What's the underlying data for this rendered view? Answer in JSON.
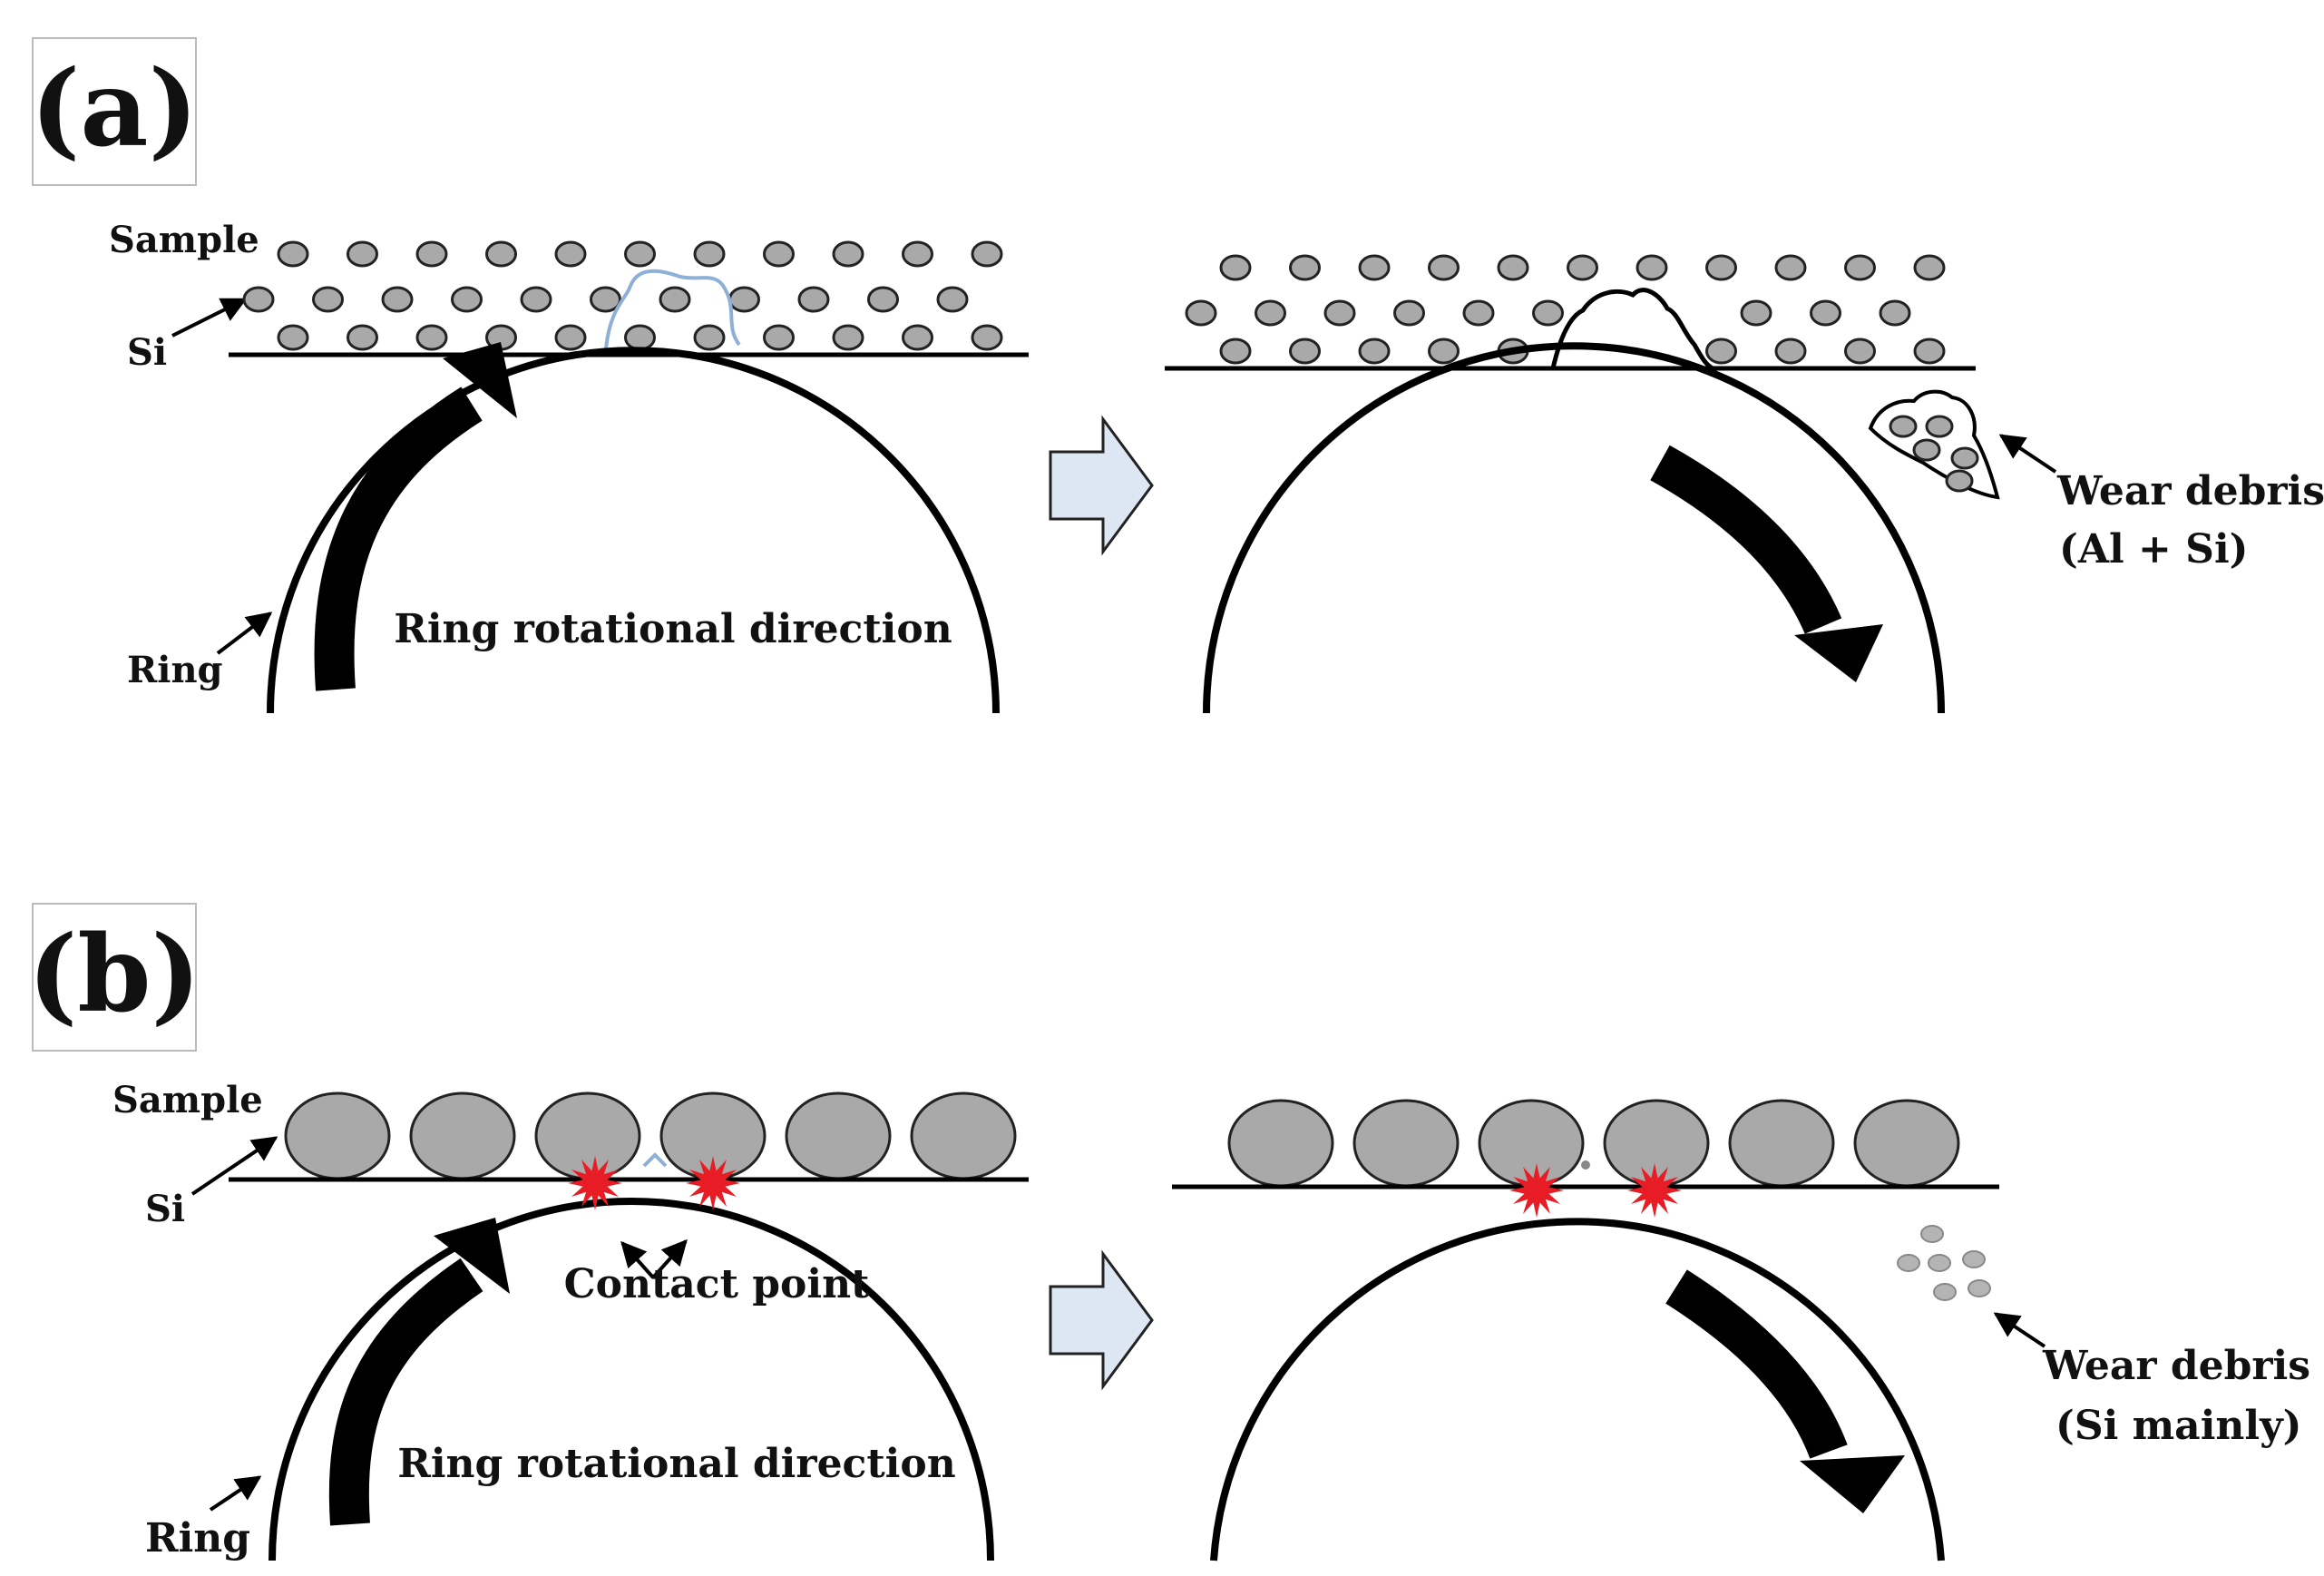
{
  "panels": [
    {
      "id": "a",
      "label": "(a)",
      "sample_label": "Sample",
      "si_label": "Si",
      "ring_label": "Ring",
      "rotation_label": "Ring rotational direction",
      "debris_label_line1": "Wear debris",
      "debris_label_line2": "(Al + Si)"
    },
    {
      "id": "b",
      "label": "(b)",
      "sample_label": "Sample",
      "si_label": "Si",
      "ring_label": "Ring",
      "rotation_label": "Ring rotational direction",
      "contact_label": "Contact point",
      "debris_label_line1": "Wear debris",
      "debris_label_line2": "(Si mainly)"
    }
  ],
  "colors": {
    "particle_fill": "#a9a9a9",
    "particle_stroke": "#222222",
    "line": "#000000",
    "transition_arrow_fill": "#dde6f3",
    "crack_outline": "#8fb0d6",
    "contact_spark": "#e81c24",
    "debris_small": "#b4b4b4"
  },
  "icons": {
    "transition": "right-block-arrow-icon",
    "rotation_ccw": "curved-arrow-up-icon",
    "rotation_cw": "curved-arrow-down-icon",
    "contact": "starburst-icon"
  }
}
